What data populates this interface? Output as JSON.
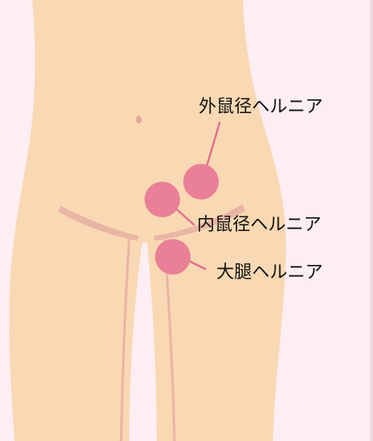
{
  "labels": {
    "indirect_inguinal_hernia": "外鼠径ヘルニア",
    "direct_inguinal_hernia": "内鼠径ヘルニア",
    "femoral_hernia": "大腿ヘルニア"
  },
  "colors": {
    "background": "#fdeef4",
    "skin": "#f9d9b3",
    "groin_line": "#e9b5a4",
    "hernia_marker": "#ea7f98",
    "leader_line": "#e46f8c",
    "text": "#111111"
  }
}
